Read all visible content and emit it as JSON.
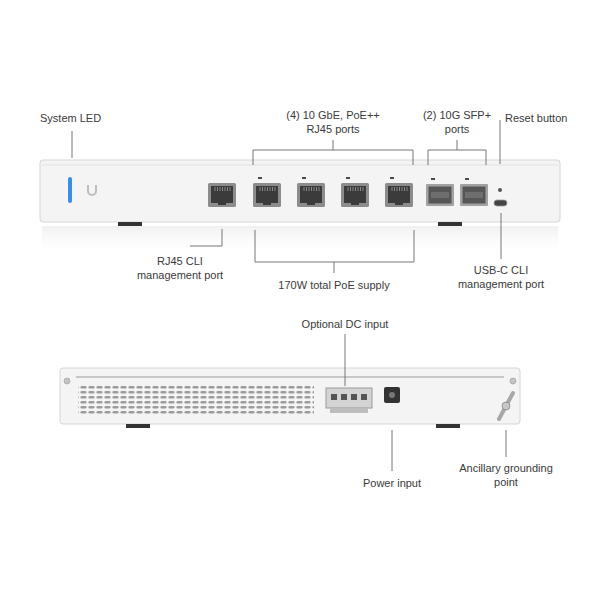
{
  "diagram": {
    "labels": [
      "System LED",
      "(4) 10 GbE, PoE++ RJ45 ports",
      "(2) 10G SFP+ ports",
      "Reset button",
      "RJ45 CLI management port",
      "170W total PoE supply",
      "USB-C CLI management port",
      "Optional DC input",
      "Power input",
      "Ancillary grounding point"
    ]
  }
}
